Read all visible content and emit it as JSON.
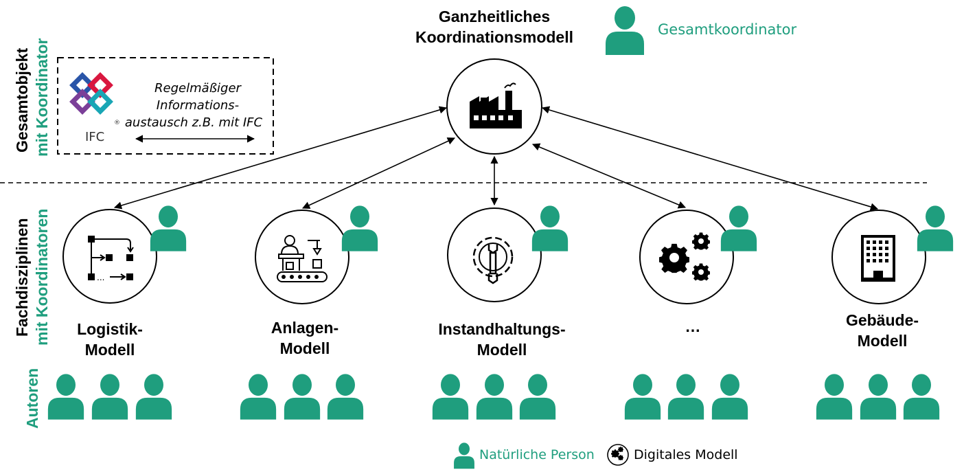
{
  "top_node": {
    "title_line1": "Ganzheitliches",
    "title_line2": "Koordinationsmodell",
    "icon": "factory-icon"
  },
  "gesamtkoordinator_label": "Gesamtkoordinator",
  "side_labels": {
    "top_black": "Gesamtobjekt",
    "top_teal": "mit Koordinator",
    "mid_black": "Fachdisziplinen",
    "mid_teal": "mit Koordinatoren",
    "bottom_teal": "Autoren"
  },
  "ifc_box": {
    "logo_text": "IFC",
    "registered": "®",
    "line1": "Regelmäßiger",
    "line2": "Informations-",
    "line3": "austausch z.B. mit IFC"
  },
  "models": [
    {
      "line1": "Logistik-",
      "line2": "Modell",
      "icon": "process-flow-icon"
    },
    {
      "line1": "Anlagen-",
      "line2": "Modell",
      "icon": "conveyor-worker-icon"
    },
    {
      "line1": "Instandhaltungs-",
      "line2": "Modell",
      "icon": "wrench-gear-icon"
    },
    {
      "line1": "…",
      "line2": "",
      "icon": "gears-icon"
    },
    {
      "line1": "Gebäude-",
      "line2": "Modell",
      "icon": "building-icon"
    }
  ],
  "legend": {
    "person_label": "Natürliche Person",
    "model_label": "Digitales Modell"
  },
  "colors": {
    "teal": "#1f9e7e",
    "black": "#000000"
  }
}
